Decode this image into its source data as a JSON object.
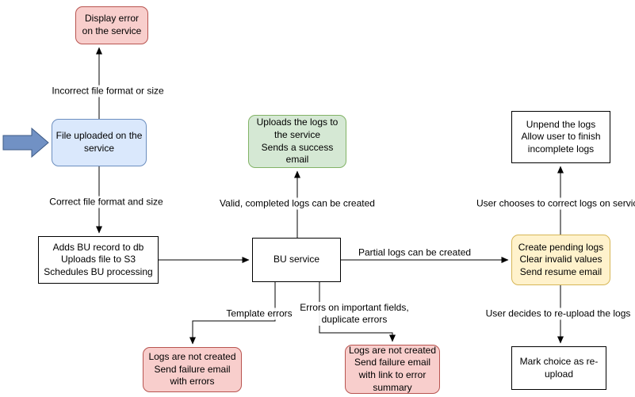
{
  "colors": {
    "pink_fill": "#f8cecc",
    "pink_border": "#b85450",
    "blue_fill": "#dae8fc",
    "blue_border": "#6c8ebf",
    "green_fill": "#d5e8d4",
    "green_border": "#82b366",
    "yellow_fill": "#fff2cc",
    "yellow_border": "#d6b656",
    "white_fill": "#ffffff",
    "line_color": "#000000",
    "arrow_fill": "#7191c4",
    "arrow_border": "#3d5a85"
  },
  "nodes": {
    "display_error": {
      "label": "Display error on the service"
    },
    "file_uploaded": {
      "label": "File uploaded on the service"
    },
    "adds_bu_record": {
      "label": "Adds BU record to db\nUploads file to S3\nSchedules BU processing"
    },
    "bu_service": {
      "label": "BU service"
    },
    "uploads_logs": {
      "label": "Uploads the logs to the service\nSends a success email"
    },
    "unpend_logs": {
      "label": "Unpend the logs\nAllow user to finish incomplete logs"
    },
    "create_pending": {
      "label": "Create pending logs\nClear invalid values\nSend resume email"
    },
    "mark_reupload": {
      "label": "Mark choice as re-upload"
    },
    "logs_not_created_errors": {
      "label": "Logs are not created\nSend failure email with errors"
    },
    "logs_not_created_summary": {
      "label": "Logs are not created\nSend failure email with link to error summary"
    }
  },
  "edges": {
    "incorrect_format": {
      "label": "Incorrect file format or size"
    },
    "correct_format": {
      "label": "Correct file format and size"
    },
    "valid_logs": {
      "label": "Valid, completed logs can be created"
    },
    "partial_logs": {
      "label": "Partial logs can be created"
    },
    "correct_on_service": {
      "label": "User chooses to correct logs on service"
    },
    "reupload": {
      "label": "User decides to re-upload the logs"
    },
    "template_errors": {
      "label": "Template errors"
    },
    "important_field_errors": {
      "label": "Errors on important fields,\nduplicate errors"
    }
  }
}
